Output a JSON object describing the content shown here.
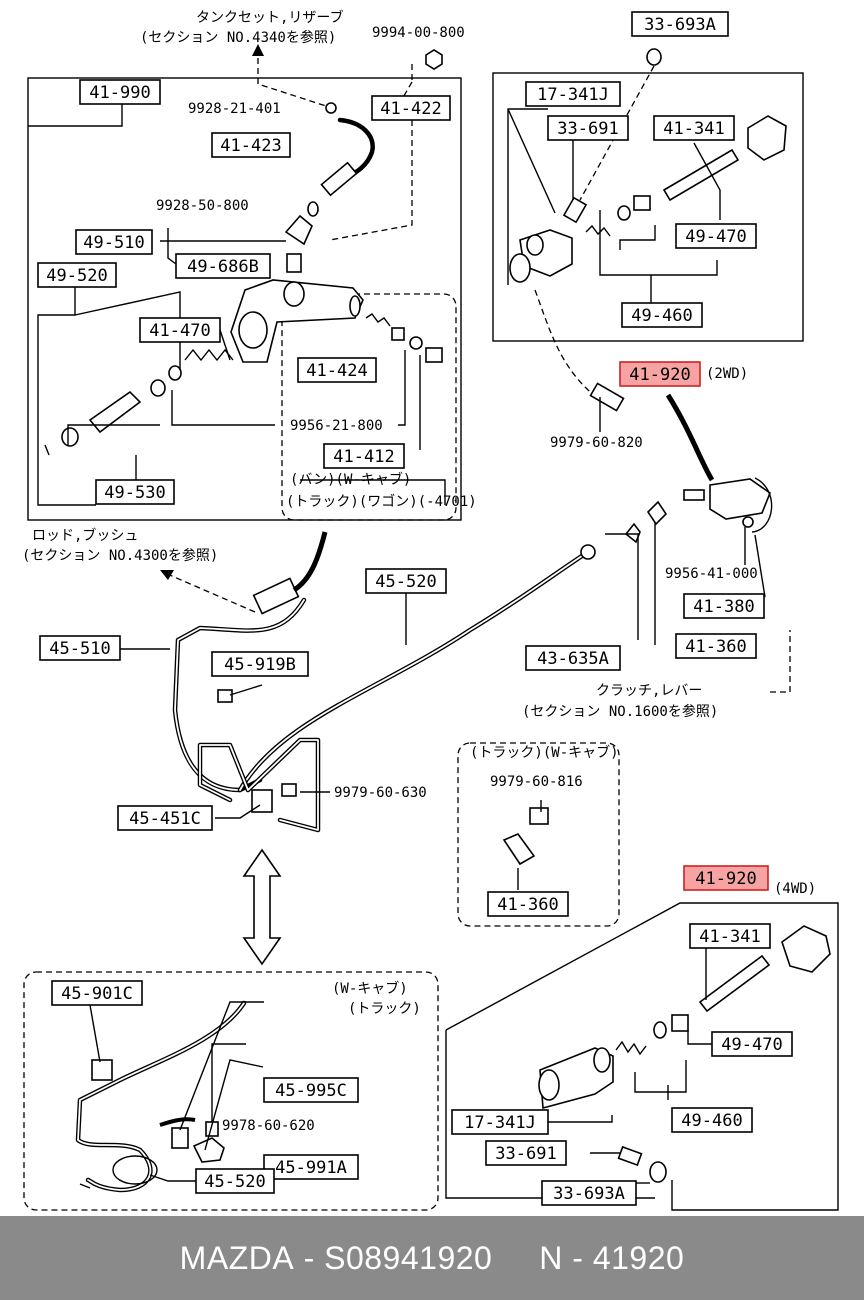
{
  "diagram": {
    "labels": {
      "p_41_990": "41-990",
      "p_41_422": "41-422",
      "p_41_423": "41-423",
      "p_49_510": "49-510",
      "p_49_686B": "49-686B",
      "p_49_520": "49-520",
      "p_41_470": "41-470",
      "p_41_424": "41-424",
      "p_41_412": "41-412",
      "p_49_530": "49-530",
      "p_33_693A_top": "33-693A",
      "p_17_341J_top": "17-341J",
      "p_33_691_top": "33-691",
      "p_41_341_top": "41-341",
      "p_49_470_top": "49-470",
      "p_49_460_top": "49-460",
      "p_41_920_top": "41-920",
      "p_41_380": "41-380",
      "p_45_520_top": "45-520",
      "p_45_510": "45-510",
      "p_45_919B": "45-919B",
      "p_43_635A": "43-635A",
      "p_41_360_right": "41-360",
      "p_45_451C": "45-451C",
      "p_41_360_inset": "41-360",
      "p_41_920_bottom": "41-920",
      "p_41_341_bottom": "41-341",
      "p_49_470_bottom": "49-470",
      "p_49_460_bottom": "49-460",
      "p_17_341J_bottom": "17-341J",
      "p_33_691_bottom": "33-691",
      "p_33_693A_bottom": "33-693A",
      "p_45_901C": "45-901C",
      "p_45_995C": "45-995C",
      "p_45_991A": "45-991A",
      "p_45_520_bottom": "45-520"
    },
    "numbers": {
      "n_9994_00_800": "9994-00-800",
      "n_9928_21_401": "9928-21-401",
      "n_9928_50_800": "9928-50-800",
      "n_9956_21_800": "9956-21-800",
      "n_9979_60_820": "9979-60-820",
      "n_9956_41_000": "9956-41-000",
      "n_9979_60_630": "9979-60-630",
      "n_9979_60_816": "9979-60-816",
      "n_9978_60_620": "9978-60-620"
    },
    "notes": {
      "tank_set_1": "タンクセット,リザーブ",
      "tank_set_2": "(セクション NO.4340を参照)",
      "rod_1": "ロッド,ブッシュ",
      "rod_2": "(セクション NO.4300を参照)",
      "clutch_lever_1": "クラッチ,レバー",
      "clutch_lever_2": "(セクション NO.1600を参照)",
      "variant_1": "(バン)(W-キャブ)",
      "variant_2": "(トラック)(ワゴン)(-4701)",
      "inset_title": "(トラック)(W-キャブ)",
      "bottom_variant_1": "(W-キャブ)",
      "bottom_variant_2": "(トラック)",
      "tag_2wd": "(2WD)",
      "tag_4wd": "(4WD)"
    }
  },
  "footer": {
    "brand": "MAZDA",
    "separator": " - ",
    "part_number": "S08941920",
    "gap": "     ",
    "code": "N - 41920"
  },
  "colors": {
    "highlight_fill": "#f7a3a3",
    "highlight_stroke": "#cc2222",
    "footer_bg": "#8a8a8a"
  }
}
